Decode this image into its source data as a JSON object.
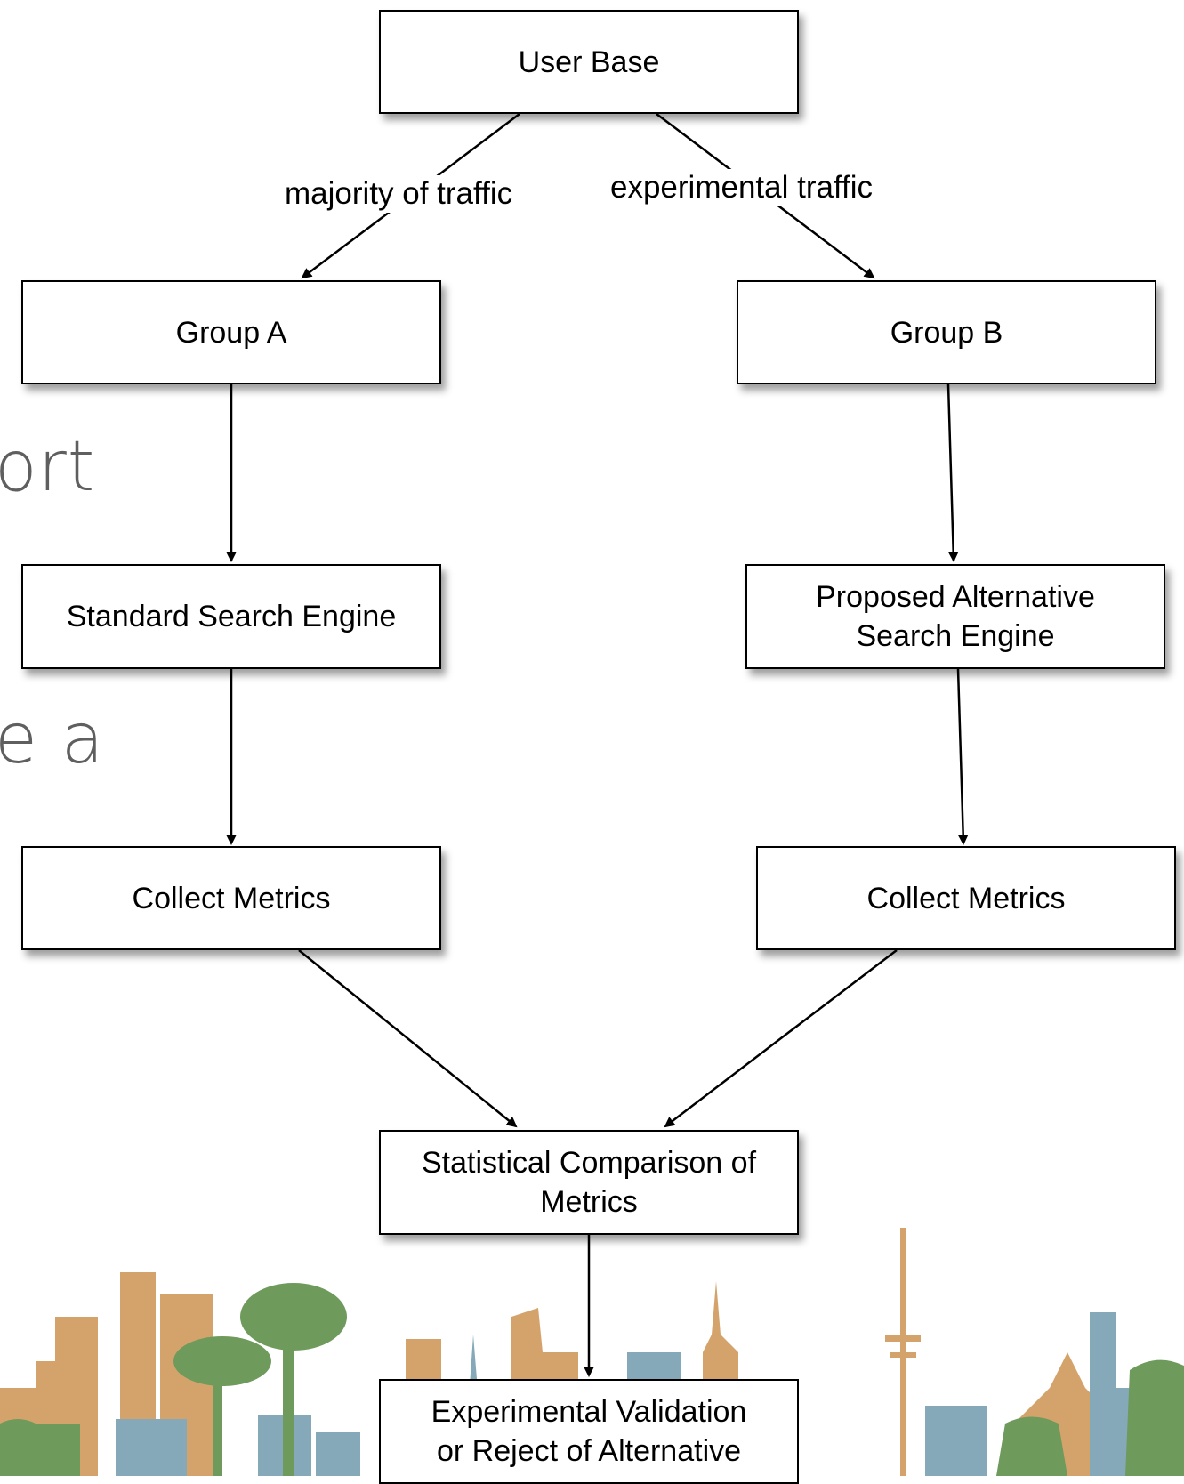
{
  "background": {
    "slide_text_fragments": [
      "ort",
      "e a"
    ]
  },
  "nodes": {
    "user_base": "User Base",
    "group_a": "Group A",
    "group_b": "Group B",
    "standard_engine": "Standard Search Engine",
    "alt_engine_line1": "Proposed Alternative",
    "alt_engine_line2": "Search Engine",
    "collect_a": "Collect Metrics",
    "collect_b": "Collect Metrics",
    "comparison_line1": "Statistical Comparison of",
    "comparison_line2": "Metrics",
    "validation_line1": "Experimental Validation",
    "validation_line2": "or Reject of Alternative"
  },
  "edge_labels": {
    "majority": "majority of traffic",
    "experimental": "experimental traffic"
  },
  "colors": {
    "box_border": "#000000",
    "box_fill": "#ffffff",
    "arrow": "#000000",
    "skyline_tan": "#d4a36c",
    "skyline_green": "#6e9a5c",
    "skyline_blue": "#86a9ba",
    "background_text": "#5f5f5f"
  }
}
